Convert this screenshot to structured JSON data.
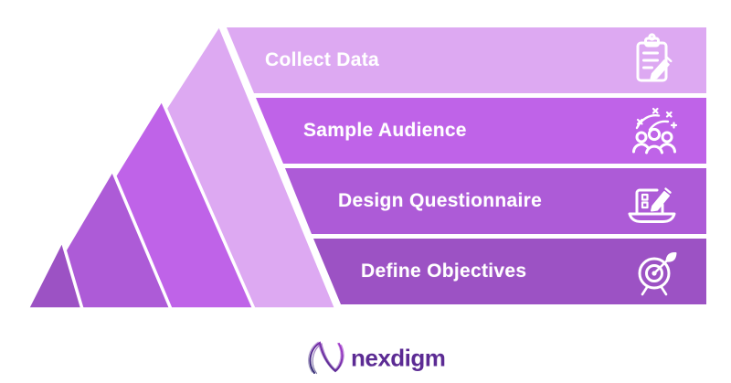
{
  "diagram": {
    "type": "stepped-pyramid",
    "stages": [
      {
        "label": "Collect Data",
        "color": "#dda9f2",
        "icon": "clipboard-edit-icon"
      },
      {
        "label": "Sample Audience",
        "color": "#bf63e8",
        "icon": "audience-icon"
      },
      {
        "label": "Design Questionnaire",
        "color": "#ad5bd7",
        "icon": "laptop-questionnaire-icon"
      },
      {
        "label": "Define Objectives",
        "color": "#9c52c4",
        "icon": "target-arrow-icon"
      }
    ],
    "order_note": "top stage is lightest, bottom stage is darkest; mountain peaks mirror stages left of the bars"
  },
  "branding": {
    "logo_text": "nexdigm",
    "logo_text_color": "#5c2b94",
    "logo_mark": "wavy-n-glyph"
  },
  "colors": {
    "background": "#ffffff",
    "stage_1": "#dda9f2",
    "stage_2": "#bf63e8",
    "stage_3": "#ad5bd7",
    "stage_4": "#9c52c4",
    "outline": "#ffffff",
    "label_text": "#ffffff"
  }
}
